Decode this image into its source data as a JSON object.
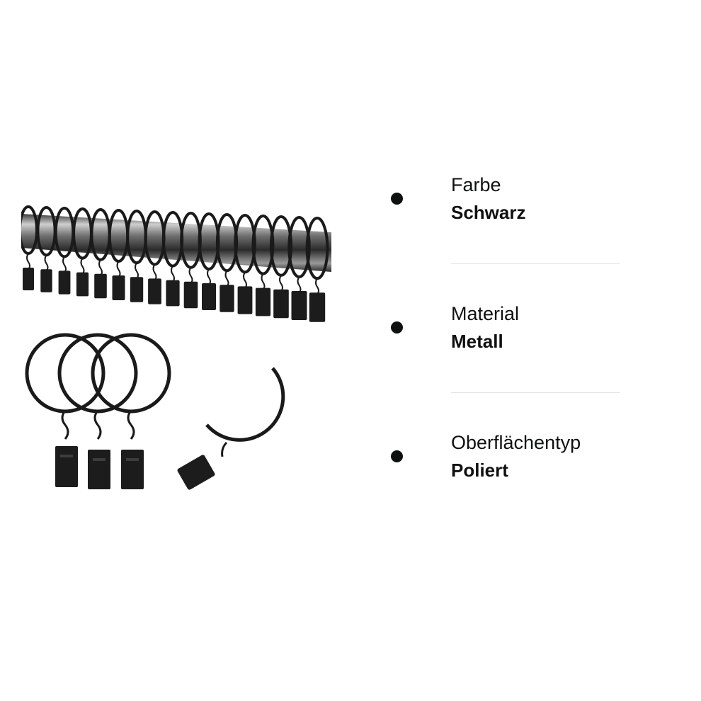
{
  "specs": [
    {
      "label": "Farbe",
      "value": "Schwarz"
    },
    {
      "label": "Material",
      "value": "Metall"
    },
    {
      "label": "Oberflächentyp",
      "value": "Poliert"
    }
  ],
  "image": {
    "subject": "curtain-rings-with-clips",
    "ring_color": "#1a1a1a",
    "rod_color": "#8a8a8a"
  }
}
